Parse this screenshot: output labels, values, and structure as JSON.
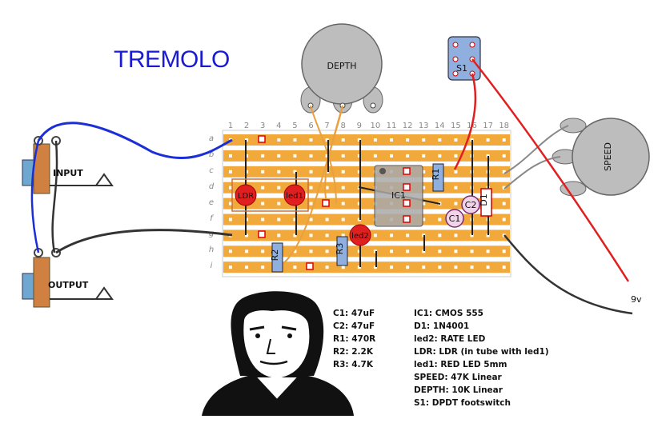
{
  "title": "TREMOLO",
  "board": {
    "columns": [
      "1",
      "2",
      "3",
      "4",
      "5",
      "6",
      "7",
      "8",
      "9",
      "10",
      "11",
      "12",
      "13",
      "14",
      "15",
      "16",
      "17",
      "18"
    ],
    "rows": [
      "a",
      "b",
      "c",
      "d",
      "e",
      "f",
      "g",
      "h",
      "i"
    ]
  },
  "labels": {
    "input": "INPUT",
    "output": "OUTPUT",
    "depth": "DEPTH",
    "speed": "SPEED",
    "s1": "S1",
    "ic1": "IC1",
    "r1": "R1",
    "r2": "R2",
    "r3": "R3",
    "d1": "D1",
    "c1": "C1",
    "c2": "C2",
    "ldr": "LDR",
    "led1": "led1",
    "led2": "led2",
    "battery": "9v"
  },
  "parts_left": [
    "C1: 47uF",
    "C2: 47uF",
    "R1: 470R",
    "R2: 2.2K",
    "R3: 4.7K"
  ],
  "parts_right": [
    "IC1: CMOS 555",
    "D1: 1N4001",
    "led2: RATE LED",
    "LDR: LDR (in tube with led1)",
    "led1: RED LED 5mm",
    "SPEED: 47K Linear",
    "DEPTH: 10K Linear",
    "S1: DPDT footswitch"
  ],
  "colors": {
    "title": "#1a1ad0",
    "strip": "#f2a93b",
    "wire_blue": "#1c2fd6",
    "wire_red": "#e02020",
    "wire_black": "#333333",
    "wire_orange": "#e8a040",
    "pot": "#bdbdbd"
  }
}
